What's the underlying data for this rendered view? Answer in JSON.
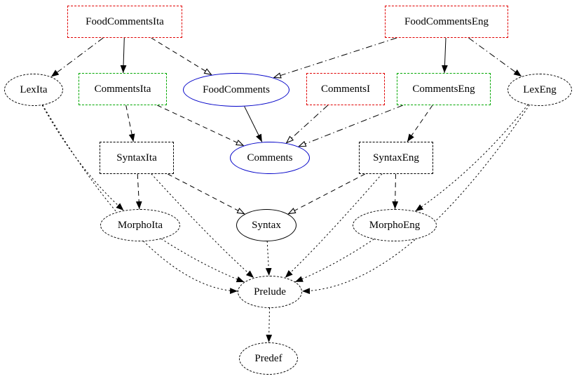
{
  "diagram": {
    "background": "#ffffff",
    "palette": {
      "red": "#e00000",
      "green": "#00a800",
      "blue": "#0000c8",
      "black": "#000000",
      "edge": "#000000"
    },
    "nodes": {
      "foodcommentsita": {
        "label": "FoodCommentsIta",
        "shape": "rect",
        "border": "dashed",
        "color": "red"
      },
      "foodcommentseng": {
        "label": "FoodCommentsEng",
        "shape": "rect",
        "border": "dashed",
        "color": "red"
      },
      "lexita": {
        "label": "LexIta",
        "shape": "ellipse",
        "border": "dashed",
        "color": "black"
      },
      "commentsita": {
        "label": "CommentsIta",
        "shape": "rect",
        "border": "dashed",
        "color": "green"
      },
      "foodcomments": {
        "label": "FoodComments",
        "shape": "ellipse",
        "border": "solid",
        "color": "blue"
      },
      "commentsi": {
        "label": "CommentsI",
        "shape": "rect",
        "border": "dashed",
        "color": "red"
      },
      "commentseng": {
        "label": "CommentsEng",
        "shape": "rect",
        "border": "dashed",
        "color": "green"
      },
      "lexeng": {
        "label": "LexEng",
        "shape": "ellipse",
        "border": "dashed",
        "color": "black"
      },
      "syntaxita": {
        "label": "SyntaxIta",
        "shape": "rect",
        "border": "dashed",
        "color": "black"
      },
      "comments": {
        "label": "Comments",
        "shape": "ellipse",
        "border": "solid",
        "color": "blue"
      },
      "syntaxeng": {
        "label": "SyntaxEng",
        "shape": "rect",
        "border": "dashed",
        "color": "black"
      },
      "morphoita": {
        "label": "MorphoIta",
        "shape": "ellipse",
        "border": "dashed",
        "color": "black"
      },
      "syntax": {
        "label": "Syntax",
        "shape": "ellipse",
        "border": "solid",
        "color": "black"
      },
      "morphoeng": {
        "label": "MorphoEng",
        "shape": "ellipse",
        "border": "dashed",
        "color": "black"
      },
      "prelude": {
        "label": "Prelude",
        "shape": "ellipse",
        "border": "dashed",
        "color": "black"
      },
      "predef": {
        "label": "Predef",
        "shape": "ellipse",
        "border": "dashed",
        "color": "black"
      }
    },
    "edges": [
      {
        "from": "foodcommentsita",
        "to": "commentsita",
        "style": "solid",
        "arrow": "filled"
      },
      {
        "from": "foodcommentseng",
        "to": "commentseng",
        "style": "solid",
        "arrow": "filled"
      },
      {
        "from": "foodcomments",
        "to": "comments",
        "style": "solid",
        "arrow": "filled"
      },
      {
        "from": "foodcommentsita",
        "to": "foodcomments",
        "style": "dashed",
        "arrow": "open"
      },
      {
        "from": "commentsita",
        "to": "comments",
        "style": "dashed",
        "arrow": "open"
      },
      {
        "from": "syntaxita",
        "to": "syntax",
        "style": "dashed",
        "arrow": "open"
      },
      {
        "from": "syntaxeng",
        "to": "syntax",
        "style": "dashed",
        "arrow": "open"
      },
      {
        "from": "foodcommentseng",
        "to": "foodcomments",
        "style": "dashdot",
        "arrow": "open"
      },
      {
        "from": "commentseng",
        "to": "comments",
        "style": "dashdot",
        "arrow": "open"
      },
      {
        "from": "commentsi",
        "to": "comments",
        "style": "dashdot",
        "arrow": "open"
      },
      {
        "from": "foodcommentsita",
        "to": "lexita",
        "style": "dashdot",
        "arrow": "filled"
      },
      {
        "from": "foodcommentseng",
        "to": "lexeng",
        "style": "dashdot",
        "arrow": "filled"
      },
      {
        "from": "commentsita",
        "to": "syntaxita",
        "style": "dashed",
        "arrow": "filled"
      },
      {
        "from": "commentseng",
        "to": "syntaxeng",
        "style": "dashed",
        "arrow": "filled"
      },
      {
        "from": "syntaxita",
        "to": "morphoita",
        "style": "dashed",
        "arrow": "filled"
      },
      {
        "from": "syntaxeng",
        "to": "morphoeng",
        "style": "dashed",
        "arrow": "filled"
      },
      {
        "from": "lexita",
        "to": "morphoita",
        "style": "dotted",
        "arrow": "filled",
        "bend": [
          -12,
          18
        ]
      },
      {
        "from": "lexeng",
        "to": "morphoeng",
        "style": "dotted",
        "arrow": "filled",
        "bend": [
          12,
          18
        ]
      },
      {
        "from": "lexita",
        "to": "prelude",
        "style": "dotted",
        "arrow": "filled",
        "bend": [
          0,
          140
        ]
      },
      {
        "from": "lexeng",
        "to": "prelude",
        "style": "dotted",
        "arrow": "filled",
        "bend": [
          0,
          140
        ]
      },
      {
        "from": "syntaxita",
        "to": "prelude",
        "style": "dotted",
        "arrow": "filled",
        "bend": [
          20,
          30
        ]
      },
      {
        "from": "syntaxeng",
        "to": "prelude",
        "style": "dotted",
        "arrow": "filled",
        "bend": [
          -20,
          30
        ]
      },
      {
        "from": "morphoita",
        "to": "prelude",
        "style": "dotted",
        "arrow": "filled",
        "bend": [
          0,
          12
        ]
      },
      {
        "from": "morphoeng",
        "to": "prelude",
        "style": "dotted",
        "arrow": "filled",
        "bend": [
          0,
          12
        ]
      },
      {
        "from": "syntax",
        "to": "prelude",
        "style": "dotted",
        "arrow": "filled"
      },
      {
        "from": "prelude",
        "to": "predef",
        "style": "dotted",
        "arrow": "filled"
      }
    ]
  }
}
